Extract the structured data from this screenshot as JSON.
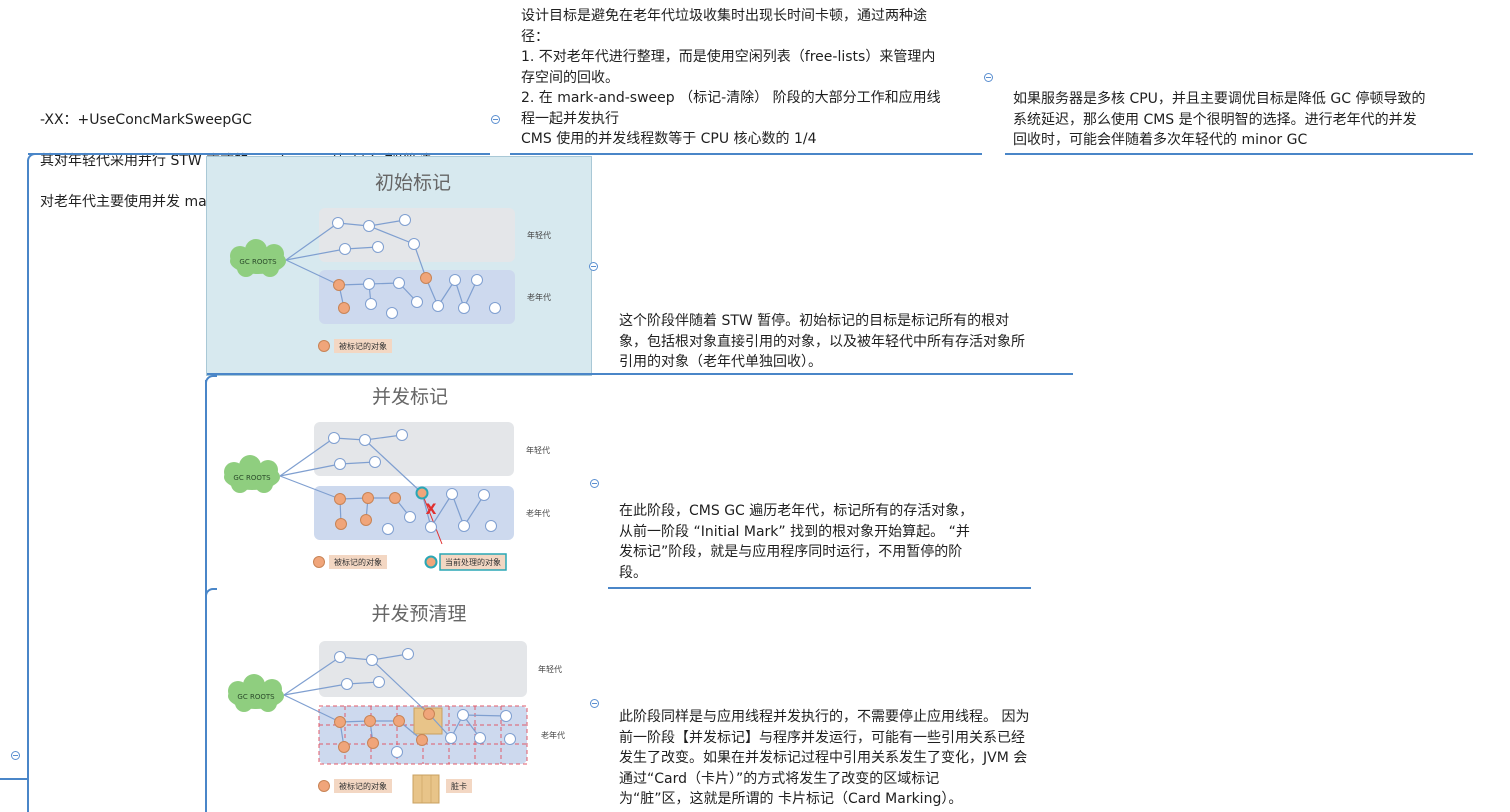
{
  "top": {
    "jvm_option": "-XX：+UseConcMarkSweepGC",
    "algo_line1": "其对年轻代采用并行 STW 方式的 mark-copy (标记-复制)算法，",
    "algo_line2": "对老年代主要使用并发 marksweep (标记-清除)算法。",
    "goal_text": "设计目标是避免在老年代垃圾收集时出现长时间卡顿，通过两种途\n径：\n1. 不对老年代进行整理，而是使用空闲列表（free-lists）来管理内\n存空间的回收。\n2. 在 mark-and-sweep （标记-清除） 阶段的大部分工作和应用线\n程一起并发执行\nCMS 使用的并发线程数等于 CPU 核心数的 1/4",
    "advice_text": "如果服务器是多核 CPU，并且主要调优目标是降低 GC 停顿导致的\n系统延迟，那么使用 CMS 是个很明智的选择。进行老年代的并发\n回收时，可能会伴随着多次年轻代的 minor GC"
  },
  "phases": [
    {
      "title": "初始标记",
      "gc_roots": "GC ROOTS",
      "young_label": "年轻代",
      "old_label": "老年代",
      "legend_marked": "被标记的对象",
      "description": "这个阶段伴随着 STW 暂停。初始标记的目标是标记所有的根对\n象，包括根对象直接引用的对象，以及被年轻代中所有存活对象所\n引用的对象（老年代单独回收）。"
    },
    {
      "title": "并发标记",
      "gc_roots": "GC ROOTS",
      "young_label": "年轻代",
      "old_label": "老年代",
      "legend_marked": "被标记的对象",
      "legend_current": "当前处理的对象",
      "cross_mark": "X",
      "description": "在此阶段，CMS GC 遍历老年代，标记所有的存活对象，\n从前一阶段 “Initial Mark” 找到的根对象开始算起。 “并\n发标记”阶段，就是与应用程序同时运行，不用暂停的阶\n段。"
    },
    {
      "title": "并发预清理",
      "gc_roots": "GC ROOTS",
      "young_label": "年轻代",
      "old_label": "老年代",
      "legend_marked": "被标记的对象",
      "legend_dirty": "脏卡",
      "description": "此阶段同样是与应用线程并发执行的，不需要停止应用线程。 因为\n前一阶段【并发标记】与程序并发运行，可能有一些引用关系已经\n发生了改变。如果在并发标记过程中引用关系发生了变化，JVM 会\n通过“Card（卡片）”的方式将发生了改变的区域标记\n为“脏”区，这就是所谓的 卡片标记（Card Marking）。"
    }
  ],
  "colors": {
    "connector": "#4a86c8",
    "marked_node": "#f0a57a",
    "young_bg": "#e4e6e9",
    "old_bg": "#cdd9ee",
    "cloud": "#8fce7f",
    "phase1_bg": "#d7e9ef",
    "dirty_card": "#e8c489",
    "current_outline": "#2aa7b5",
    "cross": "#e03030"
  }
}
